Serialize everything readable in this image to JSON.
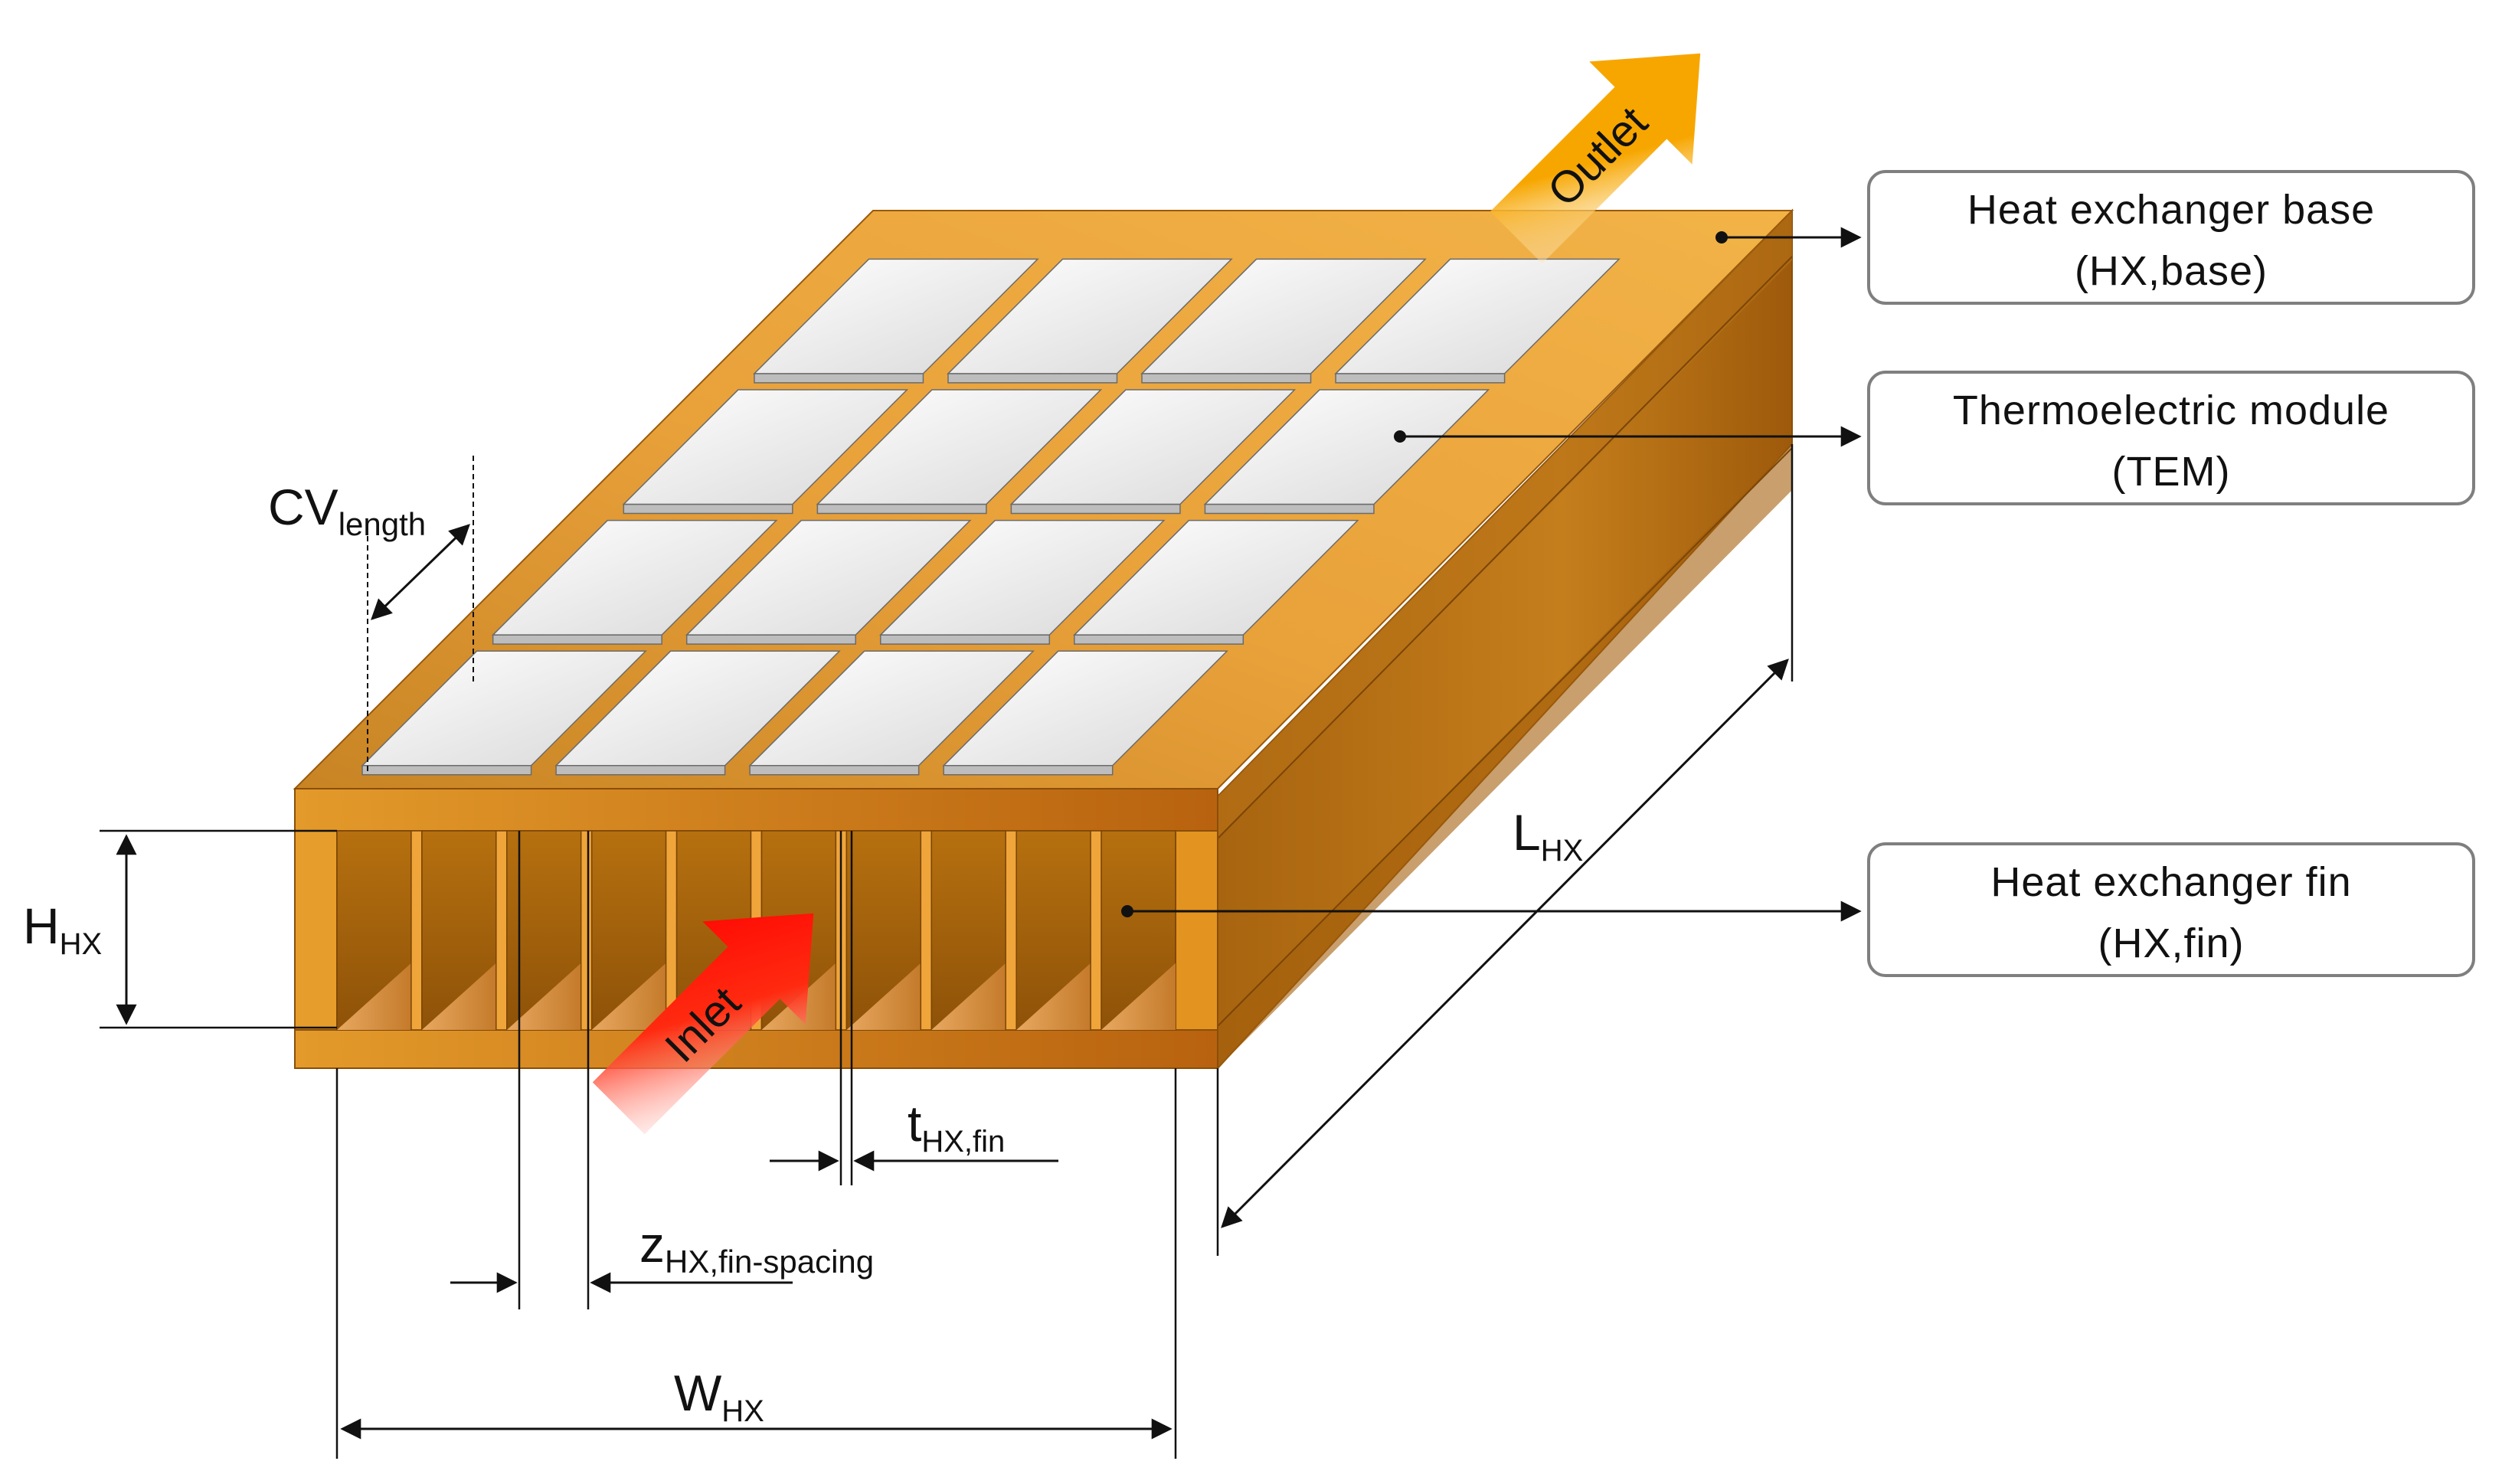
{
  "labels": {
    "outlet": "Outlet",
    "inlet": "Inlet",
    "cv_length": {
      "main": "CV",
      "sub": "length"
    },
    "h_hx": {
      "main": "H",
      "sub": "HX"
    },
    "l_hx": {
      "main": "L",
      "sub": "HX"
    },
    "w_hx": {
      "main": "W",
      "sub": "HX"
    },
    "t_fin": {
      "main": "t",
      "sub": "HX,fin"
    },
    "z_spacing": {
      "main": "z",
      "sub": "HX,fin-spacing"
    }
  },
  "callouts": [
    {
      "line1": "Heat exchanger base",
      "line2": "(HX,base)"
    },
    {
      "line1": "Thermoelectric module",
      "line2": "(TEM)"
    },
    {
      "line1": "Heat exchanger fin",
      "line2": "(HX,fin)"
    }
  ],
  "colors": {
    "base_light": "#f0ad34",
    "base_dark": "#b3690f",
    "side_dark": "#9a5a0c",
    "tem_fill": "#f2f2f2",
    "outlet_arrow": "#f7a600",
    "inlet_arrow": "#ff1f0f",
    "callout_border": "#7f7f7f"
  },
  "tem_grid": {
    "rows": 4,
    "cols": 4
  },
  "fin_count": 10
}
